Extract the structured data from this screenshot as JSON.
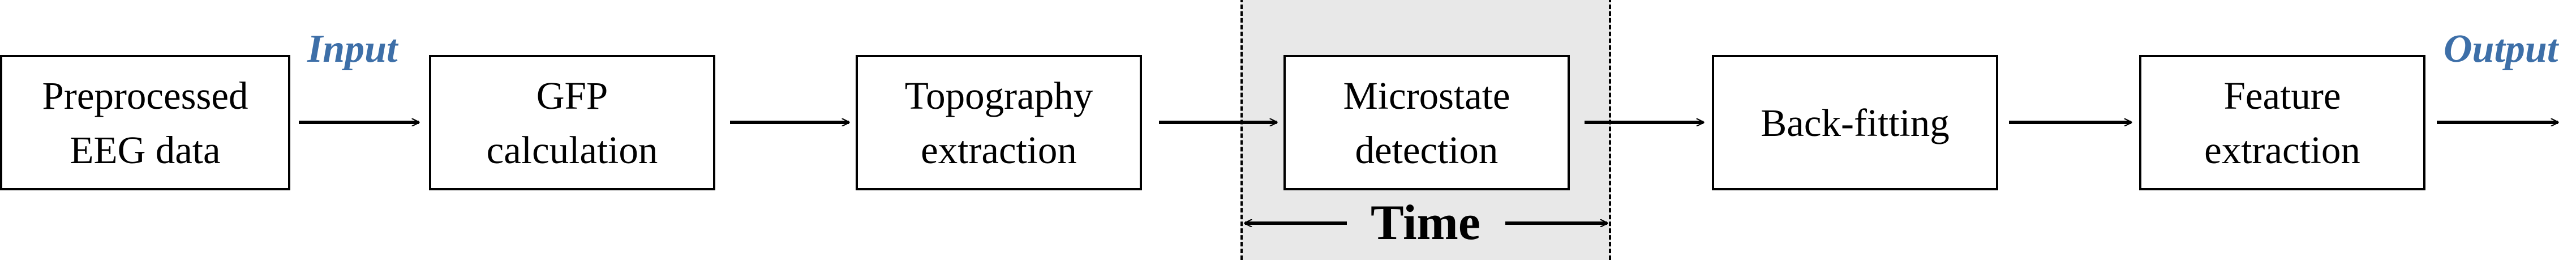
{
  "diagram": {
    "steps": [
      {
        "id": "preprocessed",
        "label": "Preprocessed\nEEG data"
      },
      {
        "id": "gfp",
        "label": "GFP\ncalculation"
      },
      {
        "id": "topography",
        "label": "Topography\nextraction"
      },
      {
        "id": "microstate",
        "label": "Microstate\ndetection"
      },
      {
        "id": "backfitting",
        "label": "Back-fitting"
      },
      {
        "id": "feature",
        "label": "Feature\nextraction"
      }
    ],
    "input_label": "Input",
    "output_label": "Output",
    "time_label": "Time",
    "colors": {
      "io_label": "#3d6fa8",
      "highlight": "#e8e8e8",
      "stroke": "#000000"
    }
  }
}
